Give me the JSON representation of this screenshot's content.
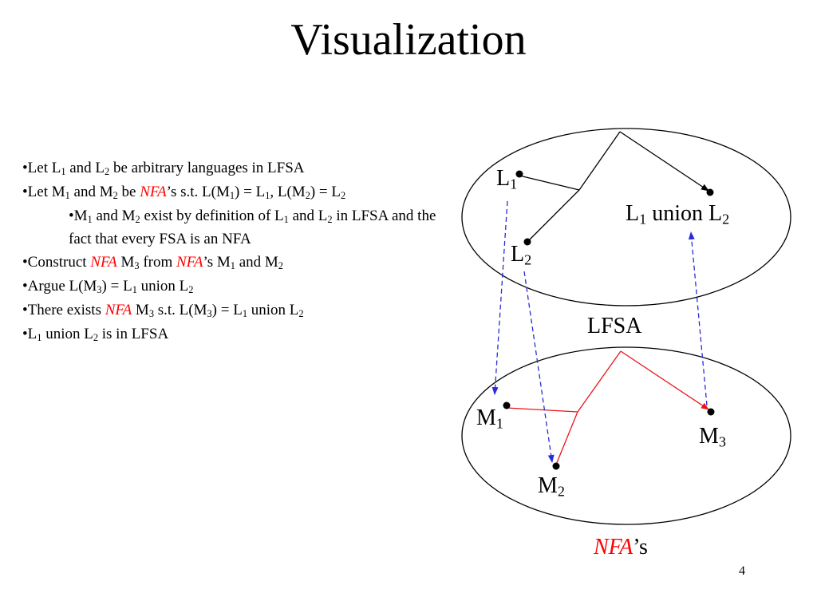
{
  "title": "Visualization",
  "bullets": {
    "b1": {
      "t1": "•Let L",
      "s1": "1",
      "t2": " and L",
      "s2": "2",
      "t3": " be arbitrary languages in LFSA"
    },
    "b2": {
      "t1": "•Let M",
      "s1": "1",
      "t2": " and M",
      "s2": "2",
      "t3": " be ",
      "nfa": "NFA",
      "t4": "’s s.t. L(M",
      "s3": "1",
      "t5": ") = L",
      "s4": "1",
      "t6": ", L(M",
      "s5": "2",
      "t7": ") = L",
      "s6": "2"
    },
    "b3": {
      "t1": "•M",
      "s1": "1",
      "t2": " and M",
      "s2": "2",
      "t3": " exist by definition of L",
      "s3": "1",
      "t4": " and L",
      "s4": "2",
      "t5": " in LFSA and the fact that every FSA is an NFA"
    },
    "b4": {
      "t1": "•Construct ",
      "nfa1": "NFA",
      "t2": " M",
      "s1": "3",
      "t3": " from ",
      "nfa2": "NFA",
      "t4": "’s M",
      "s2": "1",
      "t5": " and M",
      "s3": "2"
    },
    "b5": {
      "t1": "•Argue L(M",
      "s1": "3",
      "t2": ") = L",
      "s2": "1",
      "t3": " union L",
      "s3": "2"
    },
    "b6": {
      "t1": "•There exists ",
      "nfa": "NFA",
      "t2": " M",
      "s1": "3",
      "t3": " s.t. L(M",
      "s2": "3",
      "t4": ") = L",
      "s3": "1",
      "t5": " union L",
      "s4": "2"
    },
    "b7": {
      "t1": "•L",
      "s1": "1",
      "t2": " union L",
      "s2": "2",
      "t3": " is in LFSA"
    }
  },
  "diagram": {
    "l1": {
      "base": "L",
      "sub": "1"
    },
    "l2": {
      "base": "L",
      "sub": "2"
    },
    "union": {
      "t1": "L",
      "s1": "1",
      "t2": " union L",
      "s2": "2"
    },
    "lfsa": "LFSA",
    "m1": {
      "base": "M",
      "sub": "1"
    },
    "m2": {
      "base": "M",
      "sub": "2"
    },
    "m3": {
      "base": "M",
      "sub": "3"
    },
    "nfas": {
      "nfa": "NFA",
      "rest": "’s"
    },
    "colors": {
      "nfa_text": "#ff0000",
      "nfa_edges": "#e8141c",
      "mapping": "#2b2bd9",
      "lfsa_edges": "#000000"
    }
  },
  "page_number": "4"
}
